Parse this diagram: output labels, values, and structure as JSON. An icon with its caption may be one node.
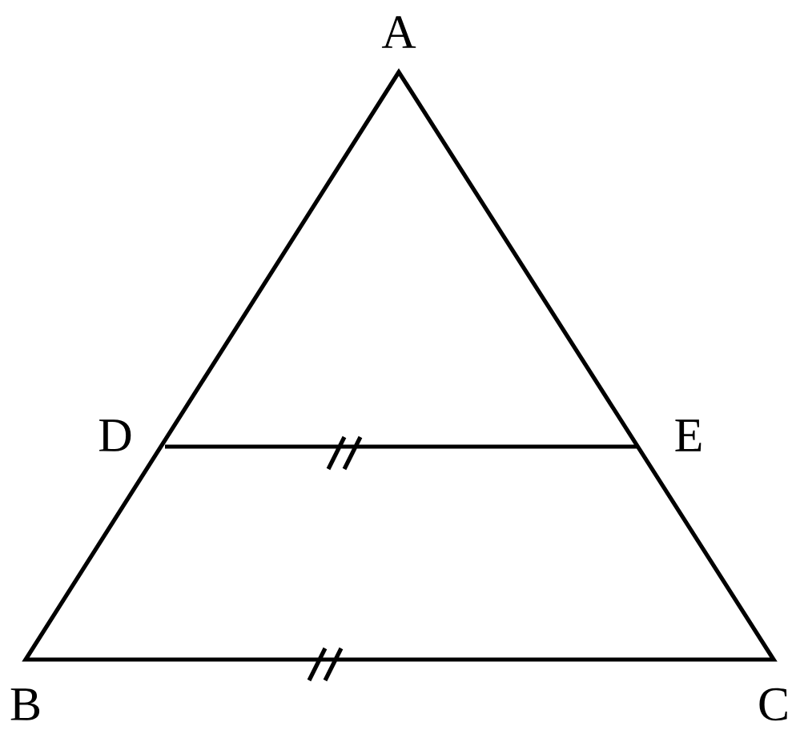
{
  "diagram": {
    "labels": [
      "A",
      "D",
      "E",
      "B",
      "C"
    ]
  }
}
